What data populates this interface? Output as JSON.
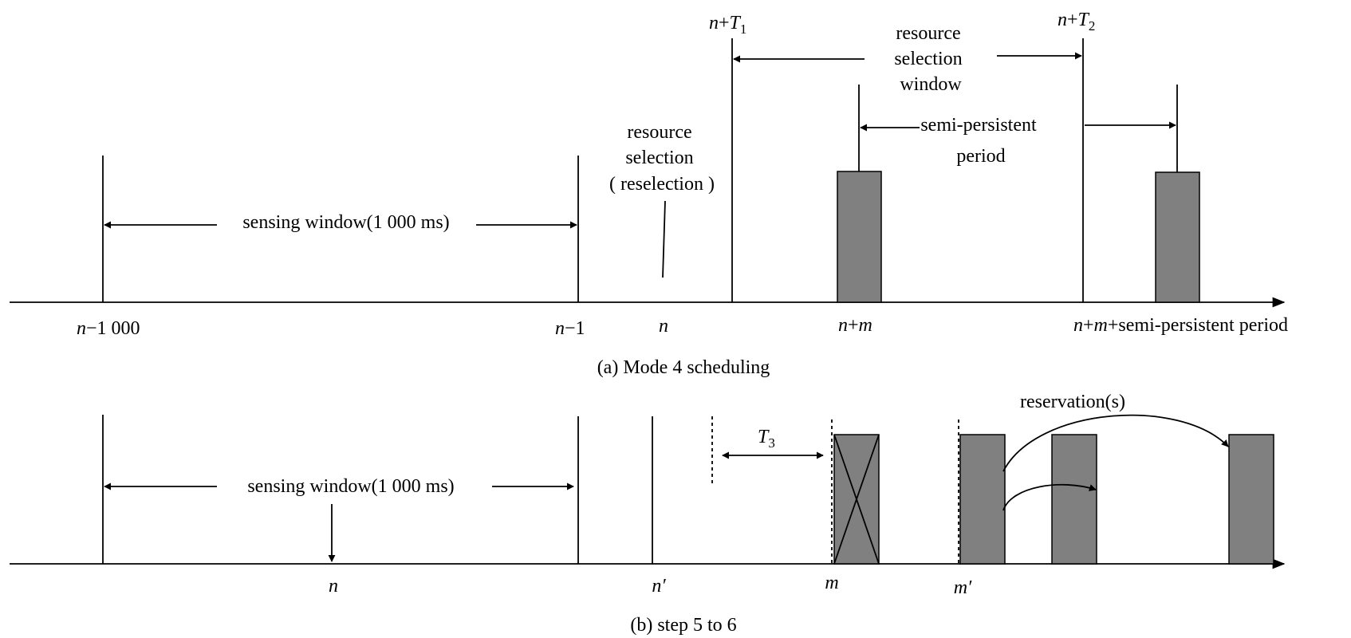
{
  "colors": {
    "block_fill": "#808080",
    "line": "#000000",
    "background": "#ffffff"
  },
  "panel_a": {
    "caption": "(a) Mode 4 scheduling",
    "tick_n_minus_1000": {
      "var": "n",
      "rest": "−1 000"
    },
    "tick_n_minus_1": {
      "var": "n",
      "rest": "−1"
    },
    "tick_n": "n",
    "tick_n_plus_m": {
      "var1": "n",
      "op": "+",
      "var2": "m"
    },
    "tick_n_plus_m_period": {
      "var1": "n",
      "op1": "+",
      "var2": "m",
      "rest": "+semi-persistent period"
    },
    "label_nT1": {
      "var": "n",
      "plus": "+",
      "T": "T",
      "sub": "1"
    },
    "label_nT2": {
      "var": "n",
      "plus": "+",
      "T": "T",
      "sub": "2"
    },
    "sensing_window": "sensing window(1 000 ms)",
    "resource_selection": [
      "resource",
      "selection",
      "( reselection )"
    ],
    "resource_selection_window": [
      "resource",
      "selection",
      "window"
    ],
    "semi_persistent_period": [
      "semi-persistent",
      "period"
    ]
  },
  "panel_b": {
    "caption": "(b) step 5 to 6",
    "tick_n": "n",
    "tick_n_prime": "n′",
    "tick_m": "m",
    "tick_m_prime": "m′",
    "sensing_window": "sensing window(1 000 ms)",
    "T3": {
      "T": "T",
      "sub": "3"
    },
    "reservations": "reservation(s)"
  }
}
